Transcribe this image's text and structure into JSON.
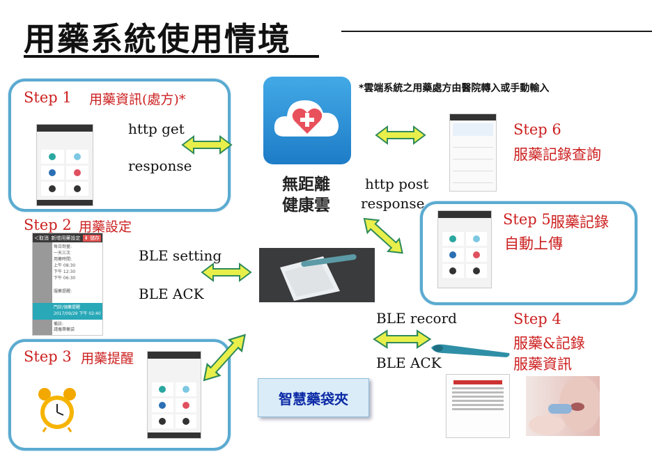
{
  "title": "用藥系統使用情境",
  "note": "*雲端系統之用藥處方由醫院轉入或手動輸入",
  "cloud": {
    "label_line1": "無距離",
    "label_line2": "健康雲",
    "icon": "cloud-heart-icon"
  },
  "step1": {
    "label": "Step 1",
    "desc": "用藥資訊(處方)*",
    "http_get": "http get",
    "response": "response"
  },
  "step2": {
    "label": "Step 2",
    "desc": "用藥設定",
    "ble_setting": "BLE setting",
    "ble_ack": "BLE ACK",
    "phone": {
      "cancel": "＜取消",
      "header": "新增用藥設定",
      "save": "⬇ 儲存",
      "dose_label": "每日劑量:",
      "dose_value": "一天三次",
      "time_label": "用藥時間:",
      "t1": "上午 08:30",
      "t2": "下午 12:30",
      "t3": "下午 06:30",
      "note_label": "服藥提醒:",
      "date_label": "門診/領藥提醒",
      "date_value": "2017/09/29 下午 02:40",
      "remark_label": "備註:",
      "remark_value": "請攜帶藥袋"
    }
  },
  "step3": {
    "label": "Step 3",
    "desc": "用藥提醒"
  },
  "step4": {
    "label": "Step 4",
    "desc_line1": "服藥&記錄",
    "desc_line2": "服藥資訊",
    "ble_record": "BLE record",
    "ble_ack": "BLE ACK"
  },
  "step5": {
    "label": "Step 5",
    "desc_line1": "服藥記錄",
    "desc_line2": "自動上傳",
    "http_post": "http post",
    "response": "response"
  },
  "step6": {
    "label": "Step 6",
    "desc": "服藥記錄查詢"
  },
  "smart_bag": "智慧藥袋夾",
  "colors": {
    "frame": "#5aaad0",
    "step_red": "#cc1f1f",
    "arrow_fill": "#e9ef4a",
    "arrow_edge": "#2f8a5a"
  }
}
